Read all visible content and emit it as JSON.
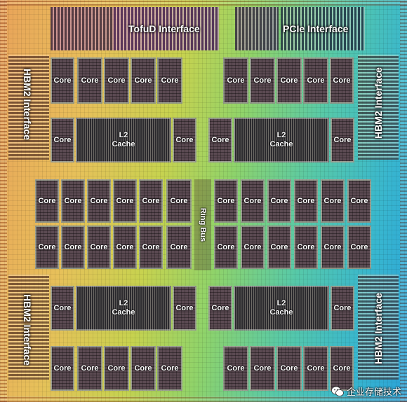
{
  "labels": {
    "tofud": "TofuD Interface",
    "pcie": "PCIe Interface",
    "hbm_tl": "HBM2 Interface",
    "hbm_tr": "HBM2 Interface",
    "hbm_bl": "HBM2 Interface",
    "hbm_br": "HBM2 Interface",
    "ring_bus": "Ring Bus",
    "core": "Core",
    "cache": "L2\nCache",
    "watermark": "企业存储技术"
  },
  "colors": {
    "die_left": "#e9a35a",
    "die_mid": "#8fd36a",
    "die_right": "#2aa2d8",
    "phy_top": "#4a2d5c"
  },
  "icons": {
    "watermark": "wechat-icon"
  }
}
